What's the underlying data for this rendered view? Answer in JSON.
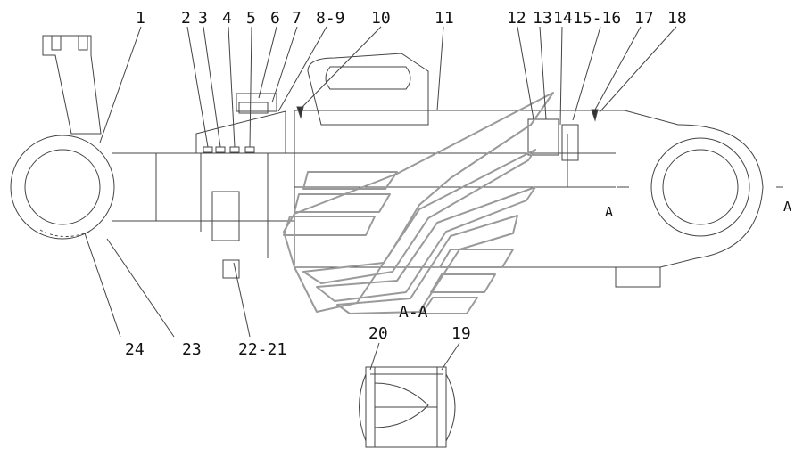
{
  "diagram": {
    "callouts": [
      "1",
      "2",
      "3",
      "4",
      "5",
      "6",
      "7",
      "8-9",
      "10",
      "11",
      "12",
      "13",
      "14",
      "15-16",
      "17",
      "18",
      "19",
      "20",
      "22-21",
      "23",
      "24"
    ],
    "section_label": "A-A",
    "section_marker": "A",
    "colors": {
      "line": "#444444",
      "watermark": "#9a9a9a",
      "text": "#111111",
      "background": "#ffffff"
    }
  }
}
